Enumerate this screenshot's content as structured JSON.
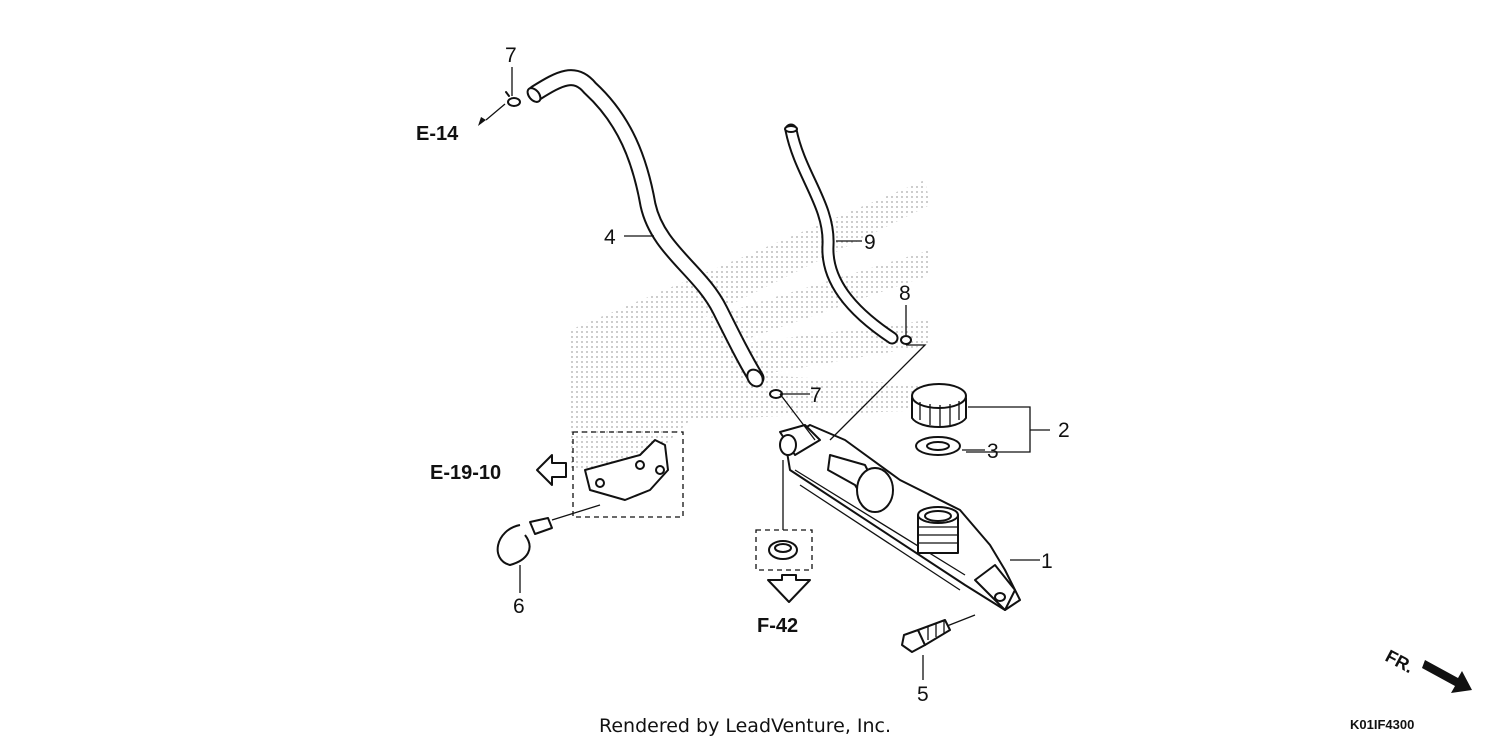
{
  "callouts": {
    "c1": "1",
    "c2": "2",
    "c3": "3",
    "c4": "4",
    "c5": "5",
    "c6": "6",
    "c7a": "7",
    "c7b": "7",
    "c8": "8",
    "c9": "9"
  },
  "references": {
    "e14": "E-14",
    "e1910": "E-19-10",
    "f42": "F-42"
  },
  "footer": {
    "credit": "Rendered by LeadVenture, Inc.",
    "code": "K01IF4300"
  },
  "direction": {
    "label": "FR."
  }
}
